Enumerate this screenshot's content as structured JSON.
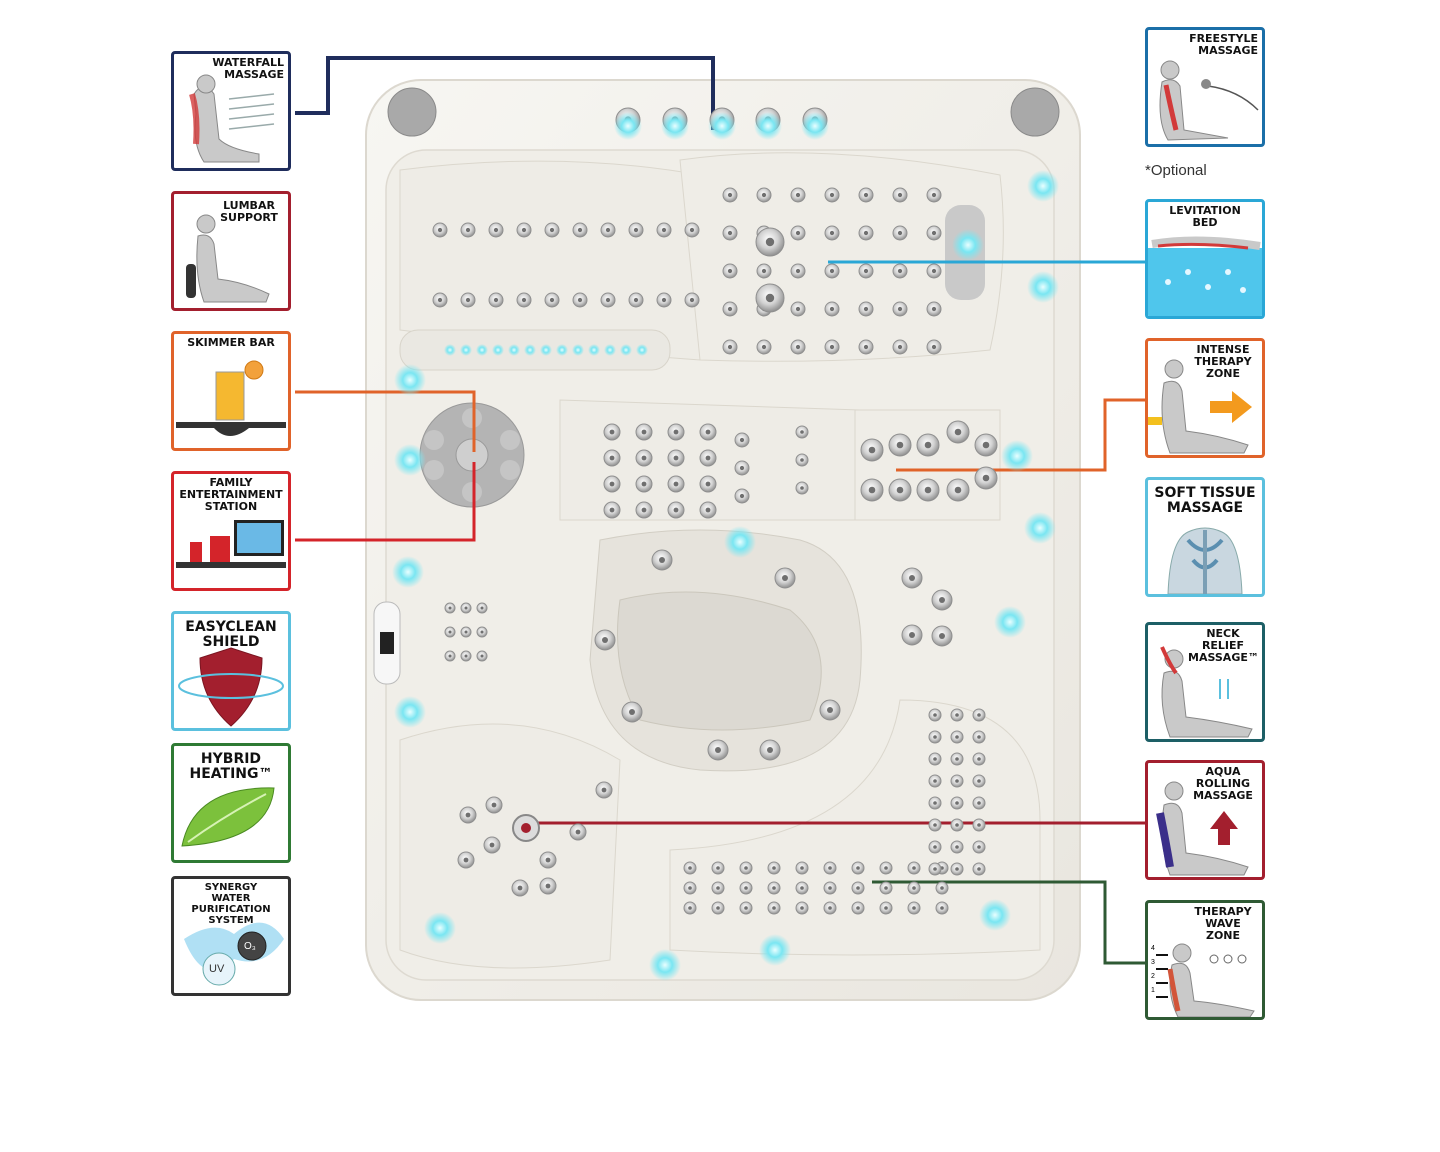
{
  "features_left": [
    {
      "id": "waterfall",
      "label": "WATERFALL\nMASSAGE",
      "color": "#1f2d5c"
    },
    {
      "id": "lumbar",
      "label": "LUMBAR\nSUPPORT",
      "color": "#a31f2e"
    },
    {
      "id": "skimmer",
      "label": "SKIMMER BAR",
      "color": "#e0632a"
    },
    {
      "id": "family",
      "label": "FAMILY\nENTERTAINMENT\nSTATION",
      "color": "#d4242a"
    },
    {
      "id": "easyclean",
      "label": "EASYCLEAN\nSHIELD",
      "color": "#5bc0de"
    },
    {
      "id": "hybrid",
      "label": "HYBRID\nHEATING™",
      "color": "#2f7a34"
    },
    {
      "id": "synergy",
      "label": "SYNERGY\nWATER PURIFICATION\nSYSTEM",
      "color": "#333333",
      "badge_uv": "UV",
      "badge_o3": "O₃"
    }
  ],
  "features_right": [
    {
      "id": "freestyle",
      "label": "FREESTYLE\nMASSAGE",
      "color": "#1b6fa8"
    },
    {
      "id": "levitation",
      "label": "LEVITATION\nBED",
      "color": "#2aa7d6"
    },
    {
      "id": "intense",
      "label": "INTENSE\nTHERAPY\nZONE",
      "color": "#e0632a"
    },
    {
      "id": "softtissue",
      "label": "SOFT TISSUE\nMASSAGE",
      "color": "#5bc0de"
    },
    {
      "id": "neck",
      "label": "NECK\nRELIEF\nMASSAGE™",
      "color": "#1d5f66"
    },
    {
      "id": "aqua",
      "label": "AQUA\nROLLING\nMASSAGE",
      "color": "#a31f2e"
    },
    {
      "id": "therapy",
      "label": "THERAPY\nWAVE ZONE",
      "color": "#2f5a34",
      "scale": [
        "4",
        "3",
        "2",
        "1"
      ]
    }
  ],
  "optional_note": "*Optional",
  "colors": {
    "glow": "#5fe0f0",
    "jet": "#b9b9b9",
    "shell": "#f3f1ec",
    "navy": "#1f2d5c"
  }
}
